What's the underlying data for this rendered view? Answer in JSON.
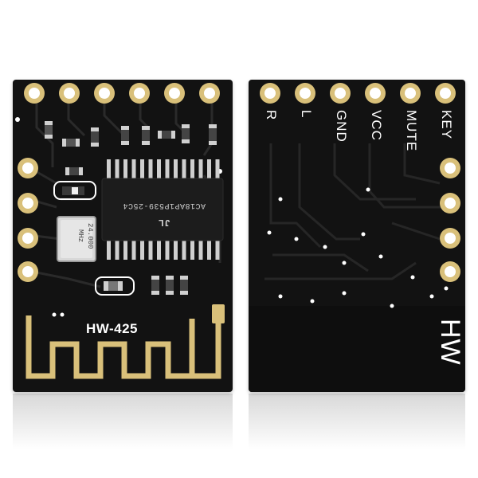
{
  "front": {
    "model_label": "HW-425",
    "chip_marking": "AC18AP1P539-25C4",
    "chip_logo": "JL",
    "crystal_marking": [
      "24.000",
      "MHz"
    ]
  },
  "back": {
    "pin_labels": [
      "R",
      "L",
      "GND",
      "VCC",
      "MUTE",
      "KEY"
    ],
    "model_label": "HW"
  },
  "colors": {
    "pcb": "#121212",
    "gold": "#d9c07a",
    "silkscreen": "#ffffff"
  }
}
